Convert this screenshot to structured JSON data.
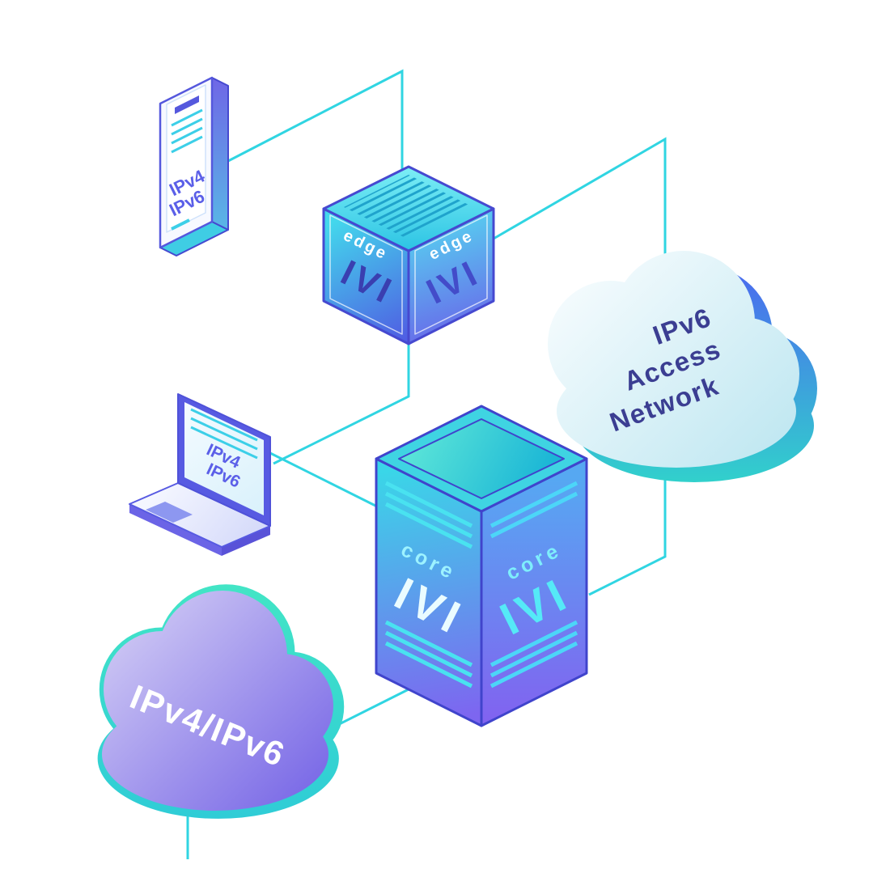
{
  "diagram": {
    "device_phone": {
      "label_line1": "IPv4",
      "label_line2": "IPv6"
    },
    "device_laptop": {
      "label_line1": "IPv4",
      "label_line2": "IPv6"
    },
    "edge_router": {
      "left_face_title": "edge",
      "left_face_brand": "IVI",
      "right_face_title": "edge",
      "right_face_brand": "IVI"
    },
    "core_router": {
      "left_face_title": "core",
      "left_face_brand": "IVI",
      "right_face_title": "core",
      "right_face_brand": "IVI"
    },
    "access_cloud": {
      "label_line1": "IPv6",
      "label_line2": "Access",
      "label_line3": "Network"
    },
    "dual_stack_cloud": {
      "label": "IPv4/IPv6"
    },
    "colors": {
      "connection_line": "#30d5e2",
      "outline": "#4649d0",
      "device_text": "#5b5fe8",
      "access_cloud_text": "#3b3e92",
      "dual_stack_cloud_text": "#ffffff"
    }
  }
}
